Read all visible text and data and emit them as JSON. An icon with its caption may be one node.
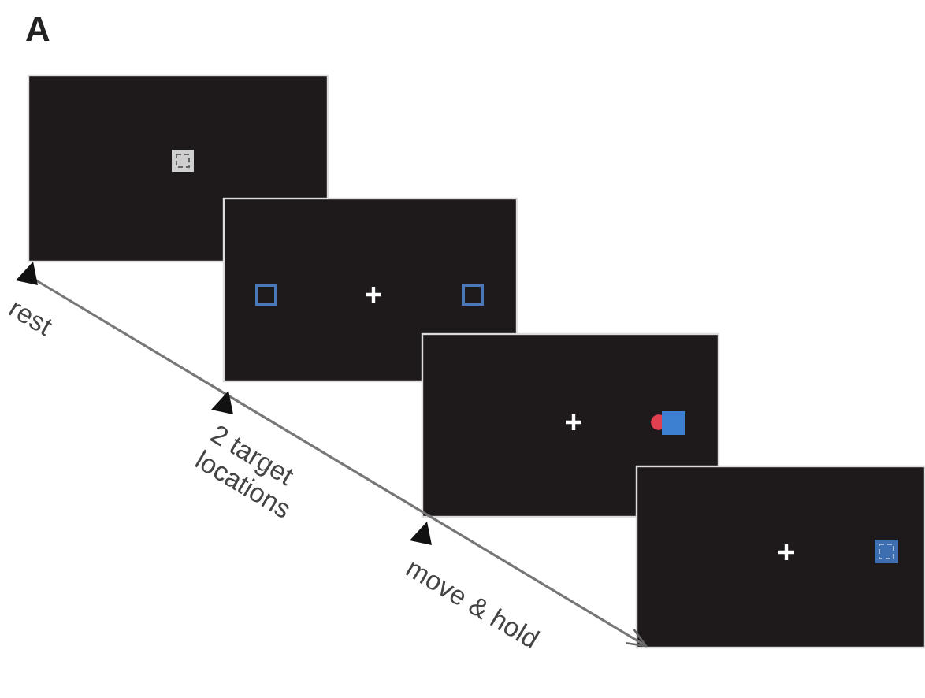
{
  "diagram": {
    "labels": [
      "A",
      "rest",
      "2 target locations",
      "move & hold"
    ]
  }
}
